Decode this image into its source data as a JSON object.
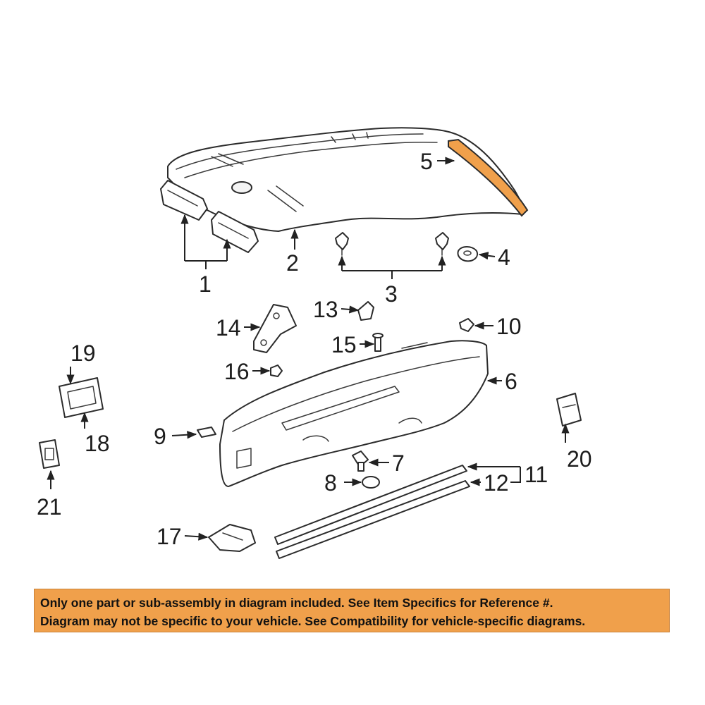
{
  "callouts": {
    "c1": "1",
    "c2": "2",
    "c3": "3",
    "c4": "4",
    "c5": "5",
    "c6": "6",
    "c7": "7",
    "c8": "8",
    "c9": "9",
    "c10": "10",
    "c11": "11",
    "c12": "12",
    "c13": "13",
    "c14": "14",
    "c15": "15",
    "c16": "16",
    "c17": "17",
    "c18": "18",
    "c19": "19",
    "c20": "20",
    "c21": "21"
  },
  "disclaimer": {
    "line1": "Only one part or sub-assembly in diagram included. See Item Specifics for Reference #.",
    "line2": "Diagram may not be specific to your vehicle. See Compatibility for vehicle-specific diagrams."
  },
  "colors": {
    "highlight": "#f0a04b",
    "banner": "#f0a04b",
    "line": "#2b2b2b"
  }
}
